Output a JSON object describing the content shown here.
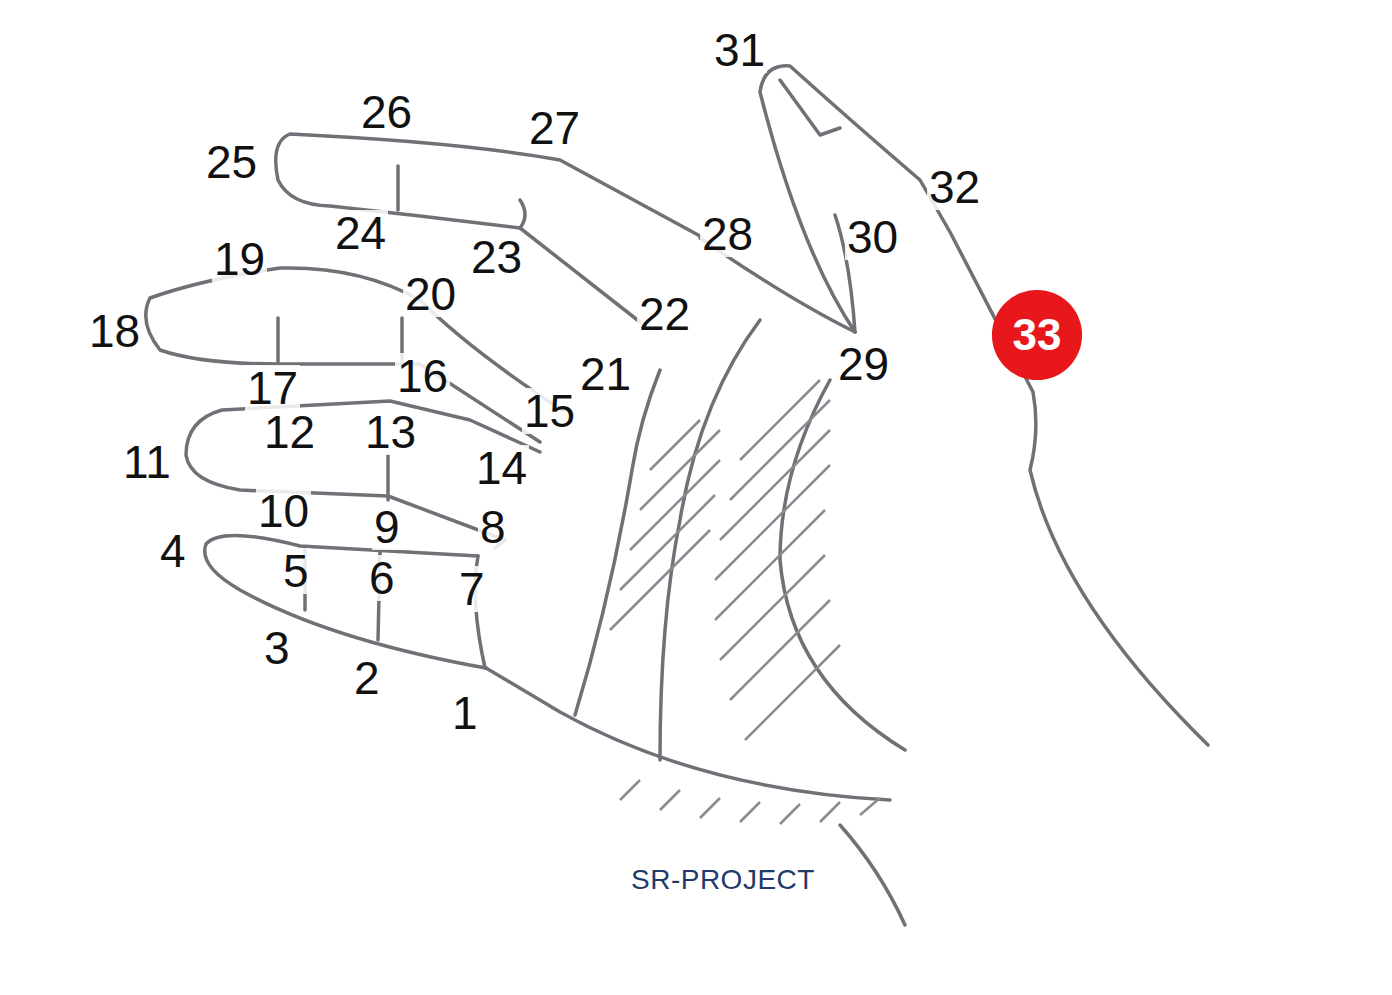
{
  "diagram": {
    "nodes": [
      {
        "text": [
          "33"
        ]
      }
    ],
    "labels": [
      "1",
      "2",
      "3",
      "4",
      "5",
      "6",
      "7",
      "8",
      "9",
      "10",
      "11",
      "12",
      "13",
      "14",
      "15",
      "16",
      "17",
      "18",
      "19",
      "20",
      "21",
      "22",
      "23",
      "24",
      "25",
      "26",
      "27",
      "28",
      "29",
      "30",
      "31",
      "32",
      "SR-PROJECT"
    ]
  }
}
